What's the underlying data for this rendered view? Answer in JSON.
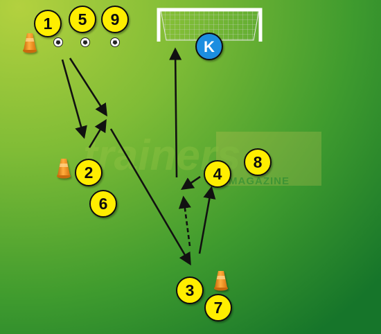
{
  "colors": {
    "field_light": "#a8cc3a",
    "field_mid": "#4ea72f",
    "field_dark": "#1f7f2c",
    "player": "#ffee00",
    "keeper": "#1e8ee0",
    "cone": "#f28a18",
    "arrow": "#111111"
  },
  "players": [
    {
      "id": "p1",
      "label": "1"
    },
    {
      "id": "p5",
      "label": "5"
    },
    {
      "id": "p9",
      "label": "9"
    },
    {
      "id": "p2",
      "label": "2"
    },
    {
      "id": "p6",
      "label": "6"
    },
    {
      "id": "p4",
      "label": "4"
    },
    {
      "id": "p8",
      "label": "8"
    },
    {
      "id": "p3",
      "label": "3"
    },
    {
      "id": "p7",
      "label": "7"
    }
  ],
  "keeper": {
    "label": "K"
  },
  "watermark": {
    "main": "trainers",
    "sub": "MAGAZINE"
  }
}
